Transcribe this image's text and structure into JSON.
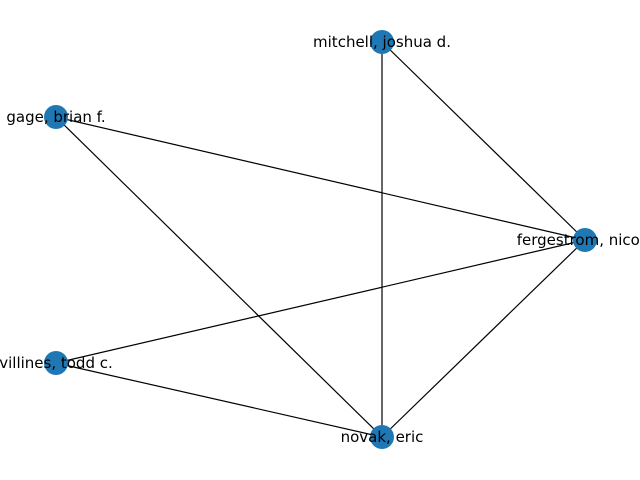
{
  "graph": {
    "node_color": "#1f77b4",
    "edge_color": "#000000",
    "nodes": [
      {
        "id": "mitchell",
        "label": "mitchell, joshua d."
      },
      {
        "id": "gage",
        "label": "gage, brian f."
      },
      {
        "id": "fergestrom",
        "label": "fergestrom, nicole"
      },
      {
        "id": "villines",
        "label": "villines, todd c."
      },
      {
        "id": "novak",
        "label": "novak, eric"
      }
    ],
    "edges": [
      [
        "mitchell",
        "novak"
      ],
      [
        "mitchell",
        "fergestrom"
      ],
      [
        "gage",
        "fergestrom"
      ],
      [
        "gage",
        "novak"
      ],
      [
        "fergestrom",
        "villines"
      ],
      [
        "fergestrom",
        "novak"
      ],
      [
        "villines",
        "novak"
      ]
    ]
  }
}
